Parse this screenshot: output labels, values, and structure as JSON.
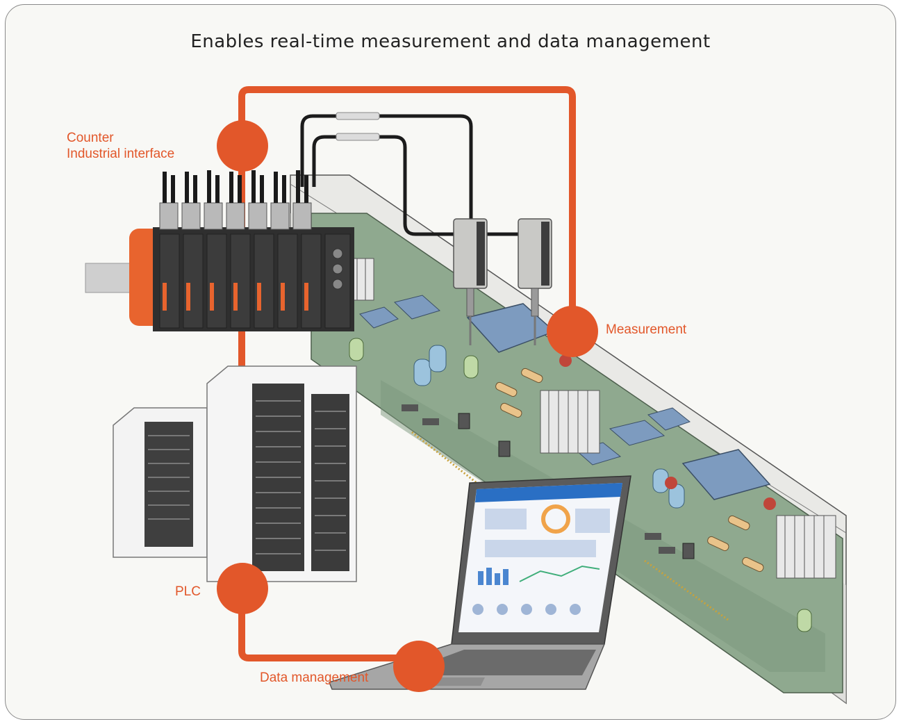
{
  "title": "Enables real-time measurement and data management",
  "labels": {
    "counter": "Counter",
    "industrial_interface": "Industrial interface",
    "measurement": "Measurement",
    "plc": "PLC",
    "data_management": "Data management"
  },
  "colors": {
    "accent": "#e2572a",
    "board": "#8fa98f",
    "belt": "#e6e6e3"
  }
}
